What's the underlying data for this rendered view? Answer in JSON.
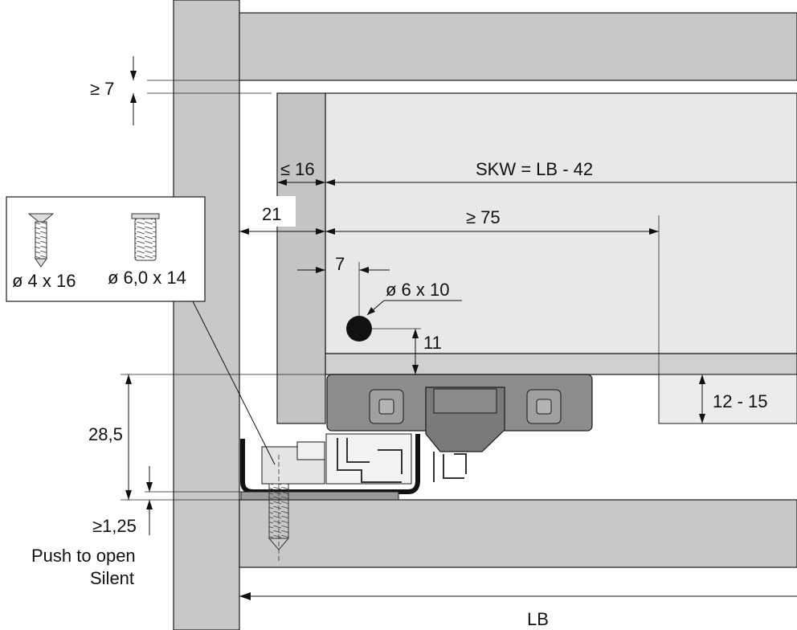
{
  "labels": {
    "gap_top": "≥ 7",
    "wall_thickness": "≤ 16",
    "drawer_width": "SKW = LB - 42",
    "offset_21": "21",
    "min_depth": "≥ 75",
    "offset_7": "7",
    "hole": "ø 6 x 10",
    "hole_height": "11",
    "height_range": "12 - 15",
    "height_28": "28,5",
    "min_125": "≥1,25",
    "mode_line1": "Push to open",
    "mode_line2": "Silent",
    "clear_width": "LB"
  },
  "screws": [
    {
      "label": "ø 4 x 16",
      "icon": "wood-screw-icon"
    },
    {
      "label": "ø 6,0 x 14",
      "icon": "euro-screw-icon"
    }
  ],
  "colors": {
    "cabinet": "#c8c8c8",
    "drawer_side": "#c4c4c4",
    "drawer_bottom": "#e6e6e6",
    "runner": "#8c8c8c",
    "outline": "#1a1a1a"
  }
}
